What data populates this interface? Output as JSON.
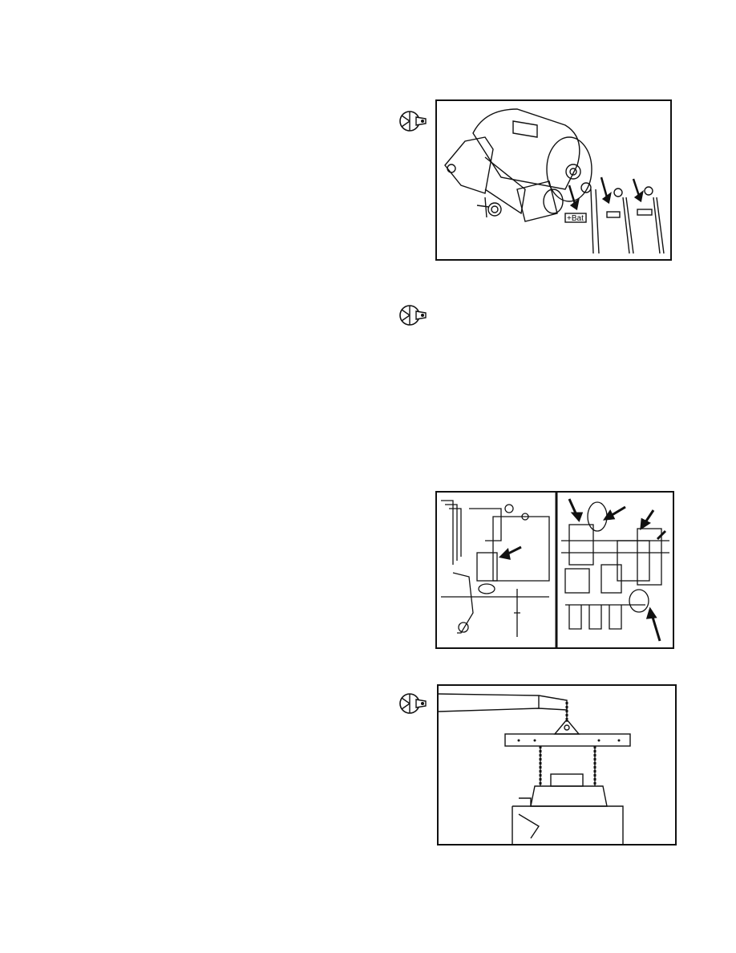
{
  "figures": [
    {
      "name": "starter-motor-cables",
      "callout_label": "+Bat"
    },
    {
      "name": "engine-side-connections"
    },
    {
      "name": "engine-lifting-chains"
    }
  ],
  "icons": [
    "wrench-icon",
    "wrench-icon",
    "wrench-icon"
  ]
}
